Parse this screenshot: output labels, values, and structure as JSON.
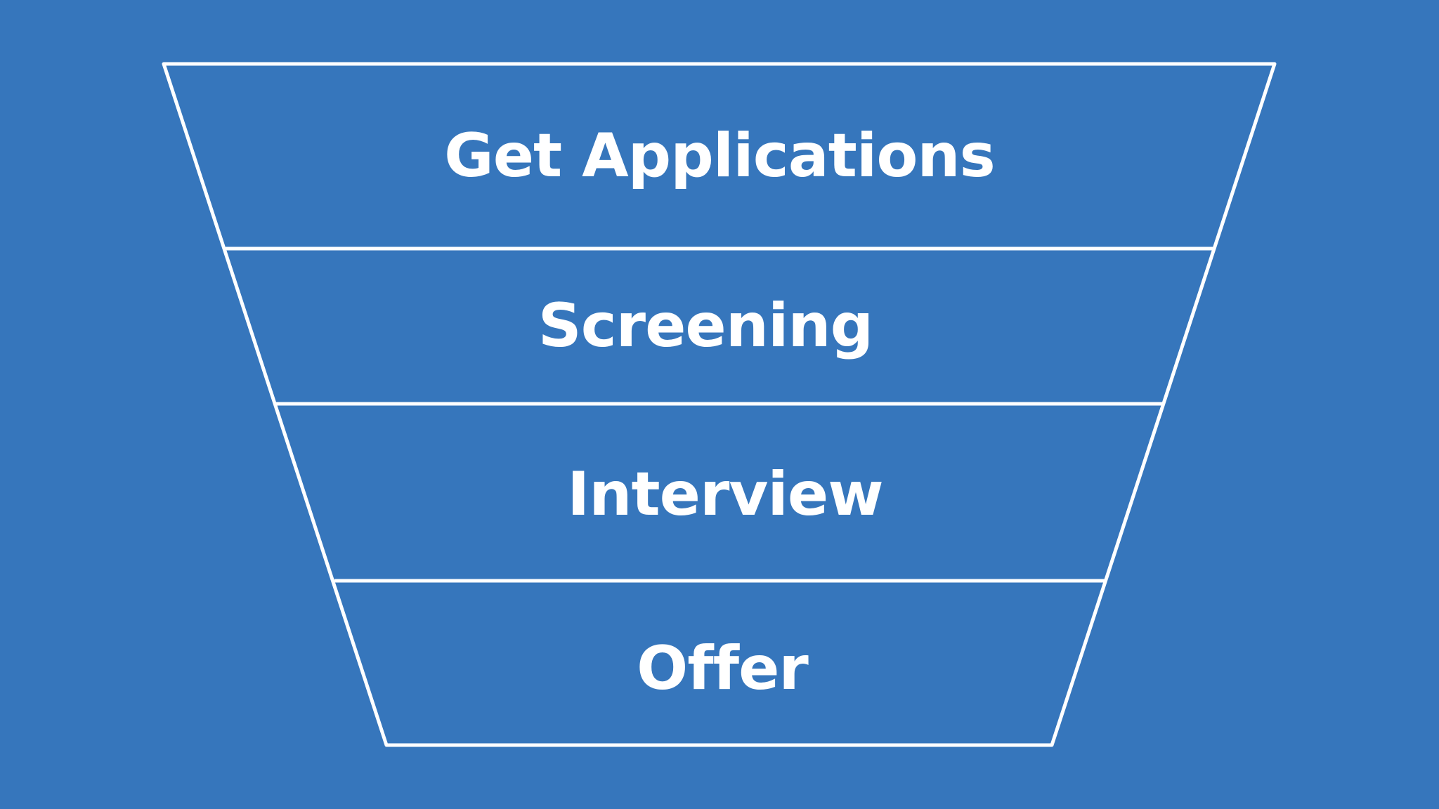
{
  "colors": {
    "background": "#3676bc",
    "stroke": "#ffffff",
    "text": "#ffffff"
  },
  "funnel": {
    "stages": [
      {
        "label": "Get Applications"
      },
      {
        "label": "Screening"
      },
      {
        "label": "Interview"
      },
      {
        "label": "Offer"
      }
    ]
  }
}
